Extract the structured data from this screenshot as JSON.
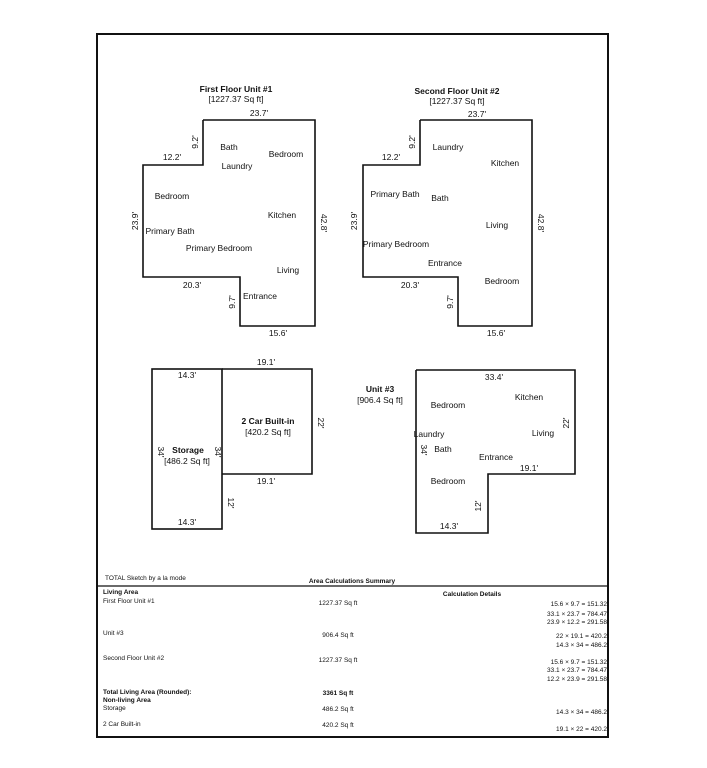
{
  "units": [
    {
      "title": "First Floor Unit #1",
      "area": "[1227.37 Sq ft]",
      "dims": [
        "23.7'",
        "9.2'",
        "12.2'",
        "23.9'",
        "42.8'",
        "20.3'",
        "9.7'",
        "15.6'"
      ],
      "rooms": [
        "Bath",
        "Bedroom",
        "Laundry",
        "Bedroom",
        "Kitchen",
        "Primary Bath",
        "Primary Bedroom",
        "Living",
        "Entrance"
      ]
    },
    {
      "title": "Second Floor Unit #2",
      "area": "[1227.37 Sq ft]",
      "dims": [
        "23.7'",
        "9.2'",
        "12.2'",
        "23.9'",
        "42.8'",
        "20.3'",
        "9.7'",
        "15.6'"
      ],
      "rooms": [
        "Laundry",
        "Kitchen",
        "Primary Bath",
        "Bath",
        "Living",
        "Primary Bedroom",
        "Entrance",
        "Bedroom"
      ]
    },
    {
      "title": "Storage",
      "area": "[486.2 Sq ft]",
      "dims": [
        "14.3'",
        "34'",
        "34'",
        "14.3'"
      ],
      "rooms": []
    },
    {
      "title": "2 Car Built-in",
      "area": "[420.2 Sq ft]",
      "dims": [
        "19.1'",
        "22'",
        "19.1'",
        "12'"
      ],
      "rooms": []
    },
    {
      "title": "Unit #3",
      "area": "[906.4 Sq ft]",
      "dims": [
        "33.4'",
        "22'",
        "34'",
        "19.1'",
        "12'",
        "14.3'"
      ],
      "rooms": [
        "Bedroom",
        "Kitchen",
        "Laundry",
        "Living",
        "Bath",
        "Entrance",
        "Bedroom"
      ]
    }
  ],
  "footer": {
    "sketch_credit": "TOTAL Sketch by a la mode",
    "summary_title": "Area Calculations Summary",
    "living_area_label": "Living Area",
    "calc_details_label": "Calculation Details",
    "rows": [
      {
        "name": "First Floor Unit #1",
        "area": "1227.37 Sq ft",
        "calcs": [
          "15.6 × 9.7  =  151.32",
          "33.1 × 23.7 = 784.47",
          "23.9 × 12.2 = 291.58"
        ]
      },
      {
        "name": "Unit #3",
        "area": "906.4 Sq ft",
        "calcs": [
          "22 × 19.1  =  420.2",
          "14.3 × 34  =  486.2"
        ]
      },
      {
        "name": "Second Floor Unit #2",
        "area": "1227.37 Sq ft",
        "calcs": [
          "15.6 × 9.7  =  151.32",
          "33.1 × 23.7 = 784.47",
          "12.2 × 23.9 = 291.58"
        ]
      }
    ],
    "total_label": "Total Living Area (Rounded):",
    "total_value": "3361 Sq ft",
    "non_living_label": "Non-living Area",
    "non_living_rows": [
      {
        "name": "Storage",
        "area": "486.2 Sq ft",
        "calc": "14.3 × 34  =  486.2"
      },
      {
        "name": "2 Car Built-in",
        "area": "420.2 Sq ft",
        "calc": "19.1 × 22  =  420.2"
      }
    ]
  }
}
